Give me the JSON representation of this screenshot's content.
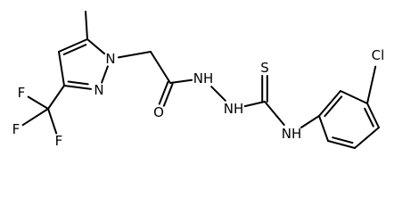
{
  "molecule": {
    "atoms": [
      {
        "id": "c_methyl",
        "label": ""
      },
      {
        "id": "c5_ring",
        "label": ""
      },
      {
        "id": "c4_ring",
        "label": ""
      },
      {
        "id": "c3_ring",
        "label": ""
      },
      {
        "id": "n2_ring",
        "label": "N"
      },
      {
        "id": "n1_ring",
        "label": "N"
      },
      {
        "id": "c_cf3",
        "label": ""
      },
      {
        "id": "f_a",
        "label": "F"
      },
      {
        "id": "f_b",
        "label": "F"
      },
      {
        "id": "f_c",
        "label": "F"
      },
      {
        "id": "c_ch2",
        "label": ""
      },
      {
        "id": "c_carbonyl",
        "label": ""
      },
      {
        "id": "o_carbonyl",
        "label": "O"
      },
      {
        "id": "nh_1",
        "label": "NH"
      },
      {
        "id": "nh_2",
        "label": "NH"
      },
      {
        "id": "c_thio",
        "label": ""
      },
      {
        "id": "s_thio",
        "label": "S"
      },
      {
        "id": "nh_3",
        "label": "NH"
      },
      {
        "id": "ph_c1",
        "label": ""
      },
      {
        "id": "ph_c2",
        "label": ""
      },
      {
        "id": "ph_c3",
        "label": ""
      },
      {
        "id": "ph_c4",
        "label": ""
      },
      {
        "id": "ph_c5",
        "label": ""
      },
      {
        "id": "ph_c6",
        "label": ""
      },
      {
        "id": "cl",
        "label": "Cl"
      }
    ],
    "bonds": [
      {
        "from": "c_methyl",
        "to": "c5_ring",
        "order": 1
      },
      {
        "from": "c5_ring",
        "to": "c4_ring",
        "order": 2
      },
      {
        "from": "c4_ring",
        "to": "c3_ring",
        "order": 1
      },
      {
        "from": "c3_ring",
        "to": "n2_ring",
        "order": 2
      },
      {
        "from": "n2_ring",
        "to": "n1_ring",
        "order": 1
      },
      {
        "from": "n1_ring",
        "to": "c5_ring",
        "order": 1
      },
      {
        "from": "c3_ring",
        "to": "c_cf3",
        "order": 1
      },
      {
        "from": "c_cf3",
        "to": "f_a",
        "order": 1
      },
      {
        "from": "c_cf3",
        "to": "f_b",
        "order": 1
      },
      {
        "from": "c_cf3",
        "to": "f_c",
        "order": 1
      },
      {
        "from": "n1_ring",
        "to": "c_ch2",
        "order": 1
      },
      {
        "from": "c_ch2",
        "to": "c_carbonyl",
        "order": 1
      },
      {
        "from": "c_carbonyl",
        "to": "o_carbonyl",
        "order": 2
      },
      {
        "from": "c_carbonyl",
        "to": "nh_1",
        "order": 1
      },
      {
        "from": "nh_1",
        "to": "nh_2",
        "order": 1
      },
      {
        "from": "nh_2",
        "to": "c_thio",
        "order": 1
      },
      {
        "from": "c_thio",
        "to": "s_thio",
        "order": 2
      },
      {
        "from": "c_thio",
        "to": "nh_3",
        "order": 1
      },
      {
        "from": "nh_3",
        "to": "ph_c1",
        "order": 1
      },
      {
        "from": "ph_c1",
        "to": "ph_c2",
        "order": 2
      },
      {
        "from": "ph_c2",
        "to": "ph_c3",
        "order": 1
      },
      {
        "from": "ph_c3",
        "to": "ph_c4",
        "order": 2
      },
      {
        "from": "ph_c4",
        "to": "ph_c5",
        "order": 1
      },
      {
        "from": "ph_c5",
        "to": "ph_c6",
        "order": 2
      },
      {
        "from": "ph_c6",
        "to": "ph_c1",
        "order": 1
      },
      {
        "from": "ph_c3",
        "to": "cl",
        "order": 1
      }
    ]
  }
}
